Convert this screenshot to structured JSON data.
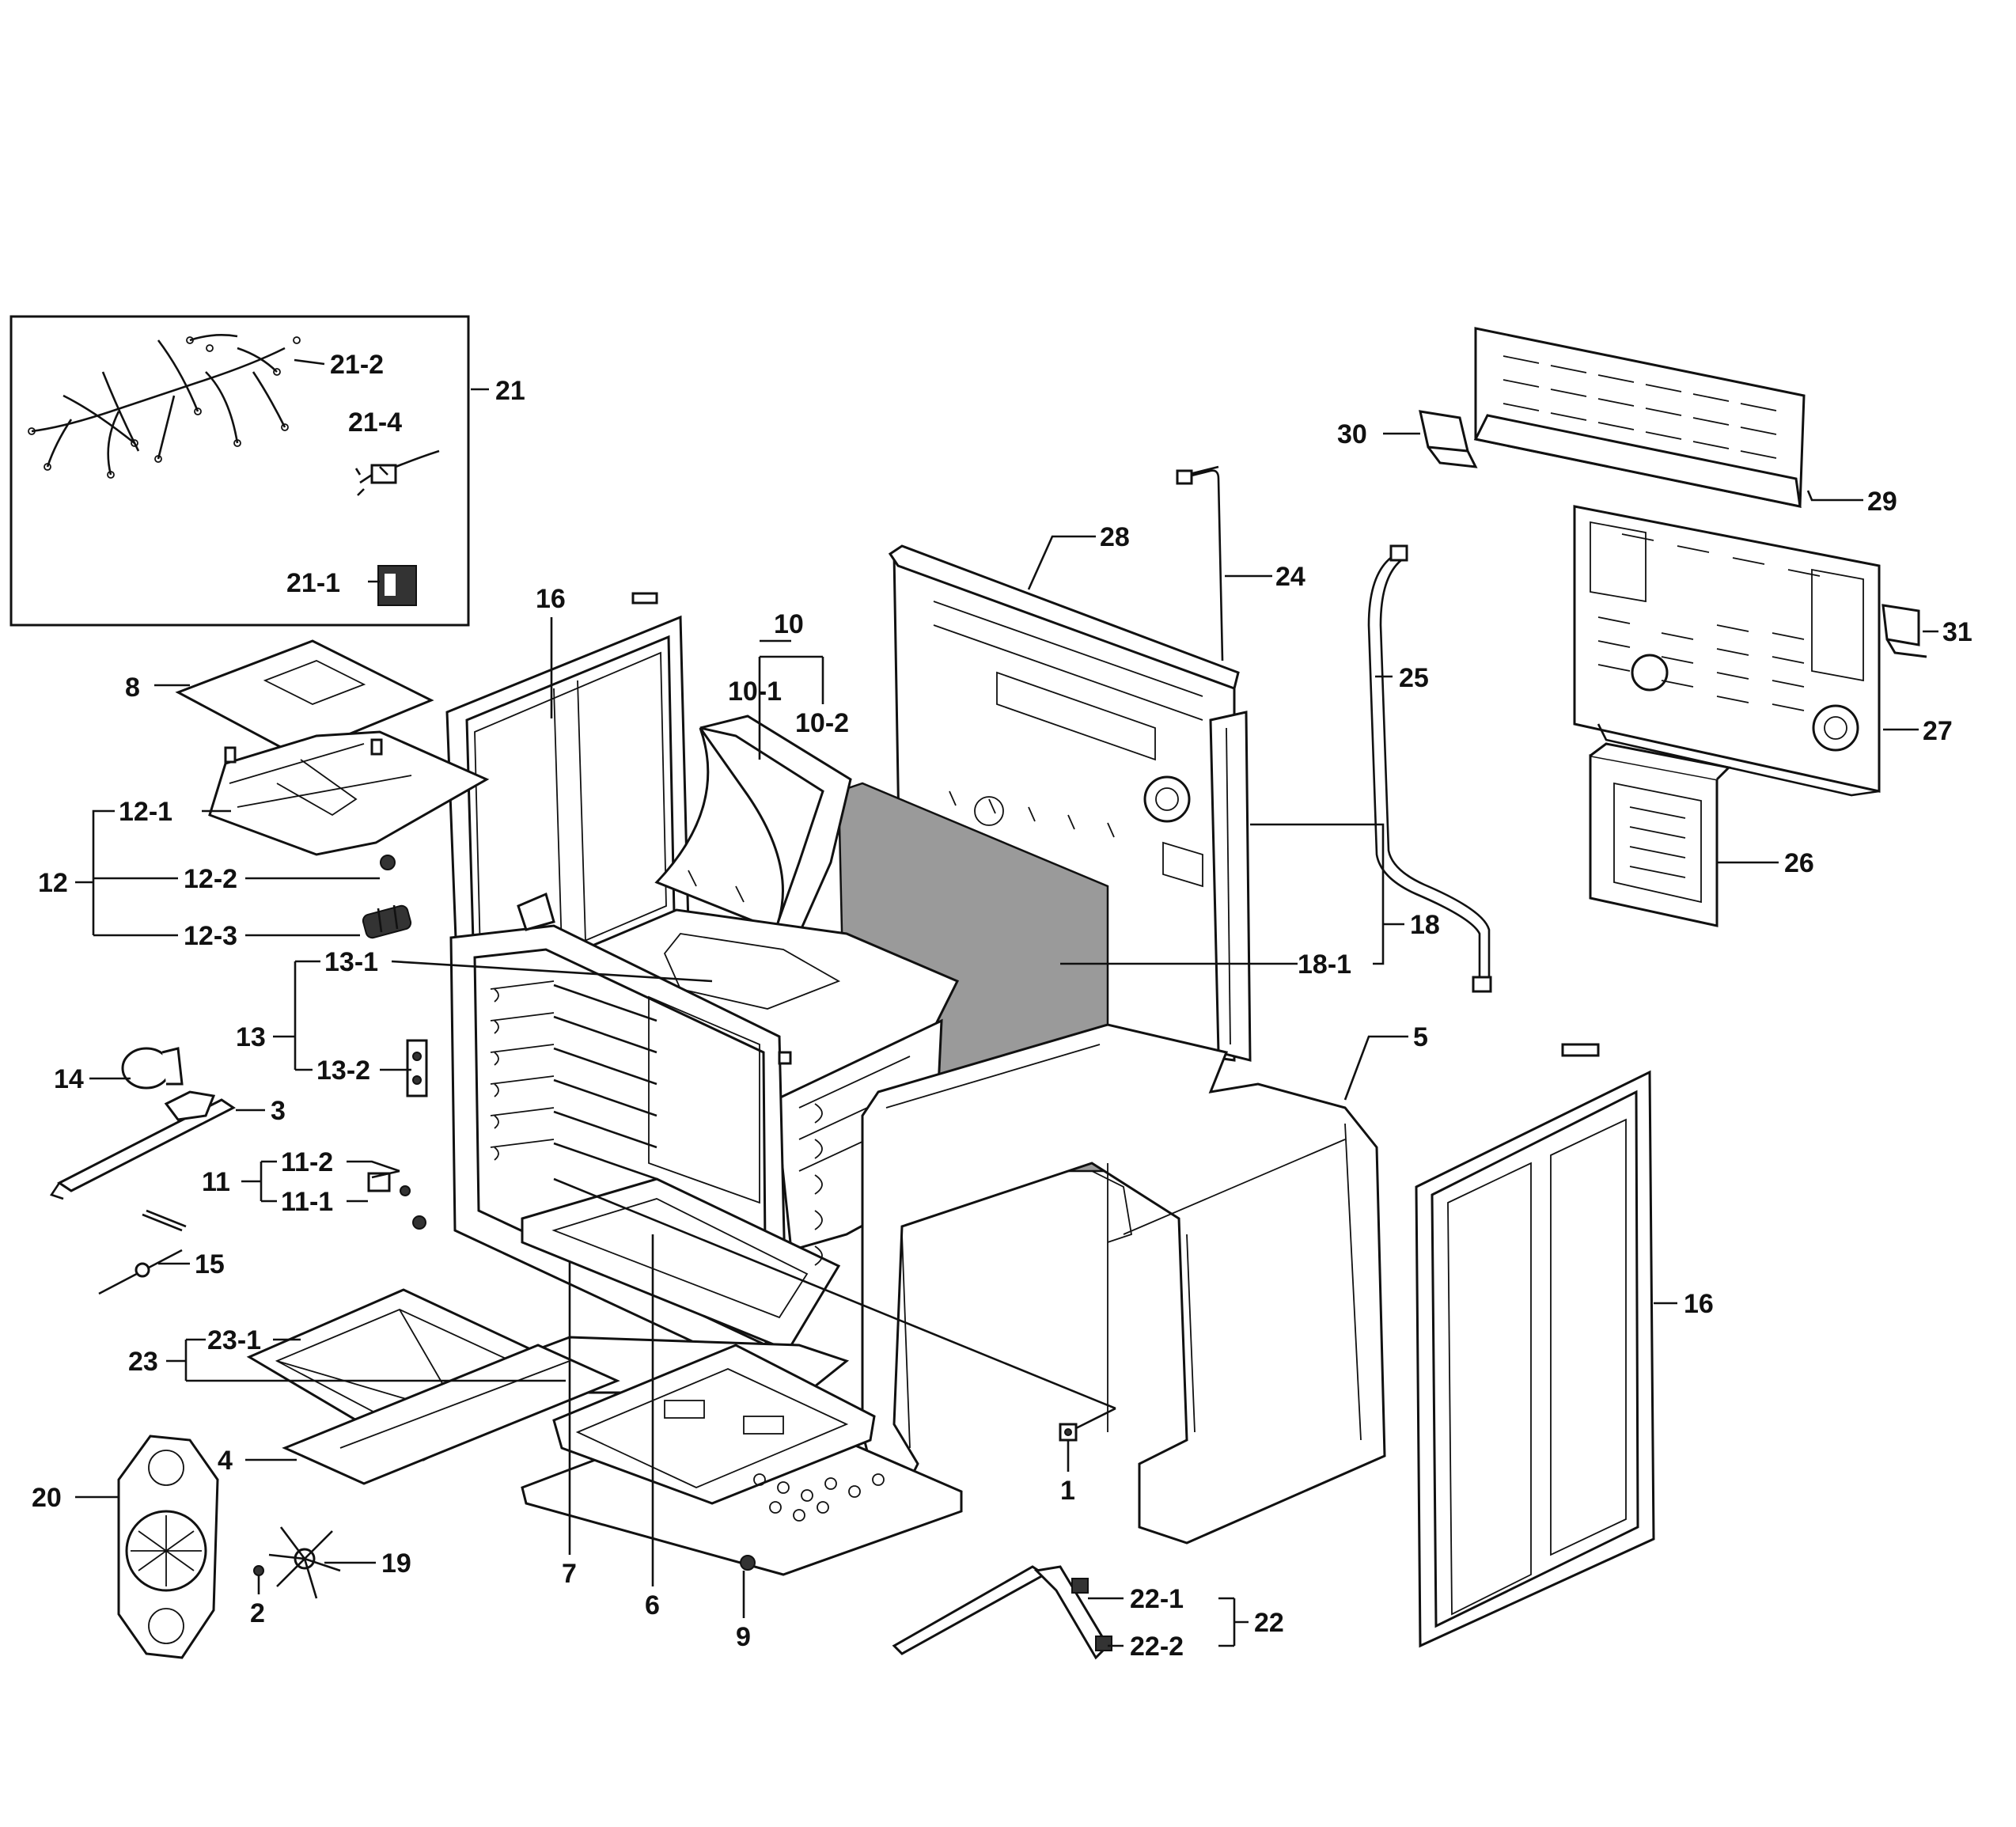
{
  "labels": {
    "l21_2": "21-2",
    "l21": "21",
    "l21_4": "21-4",
    "l21_1": "21-1",
    "l16a": "16",
    "l8": "8",
    "l10": "10",
    "l10_1": "10-1",
    "l10_2": "10-2",
    "l28": "28",
    "l24": "24",
    "l30": "30",
    "l29": "29",
    "l31": "31",
    "l25": "25",
    "l27": "27",
    "l26": "26",
    "l12_1": "12-1",
    "l12": "12",
    "l12_2": "12-2",
    "l12_3": "12-3",
    "l18": "18",
    "l18_1": "18-1",
    "l13_1": "13-1",
    "l13": "13",
    "l13_2": "13-2",
    "l14": "14",
    "l3": "3",
    "l5": "5",
    "l11_2": "11-2",
    "l11": "11",
    "l11_1": "11-1",
    "l15": "15",
    "l16b": "16",
    "l23_1": "23-1",
    "l23": "23",
    "l4": "4",
    "l20": "20",
    "l1": "1",
    "l19": "19",
    "l7": "7",
    "l6": "6",
    "l2": "2",
    "l9": "9",
    "l22_1": "22-1",
    "l22": "22",
    "l22_2": "22-2"
  }
}
